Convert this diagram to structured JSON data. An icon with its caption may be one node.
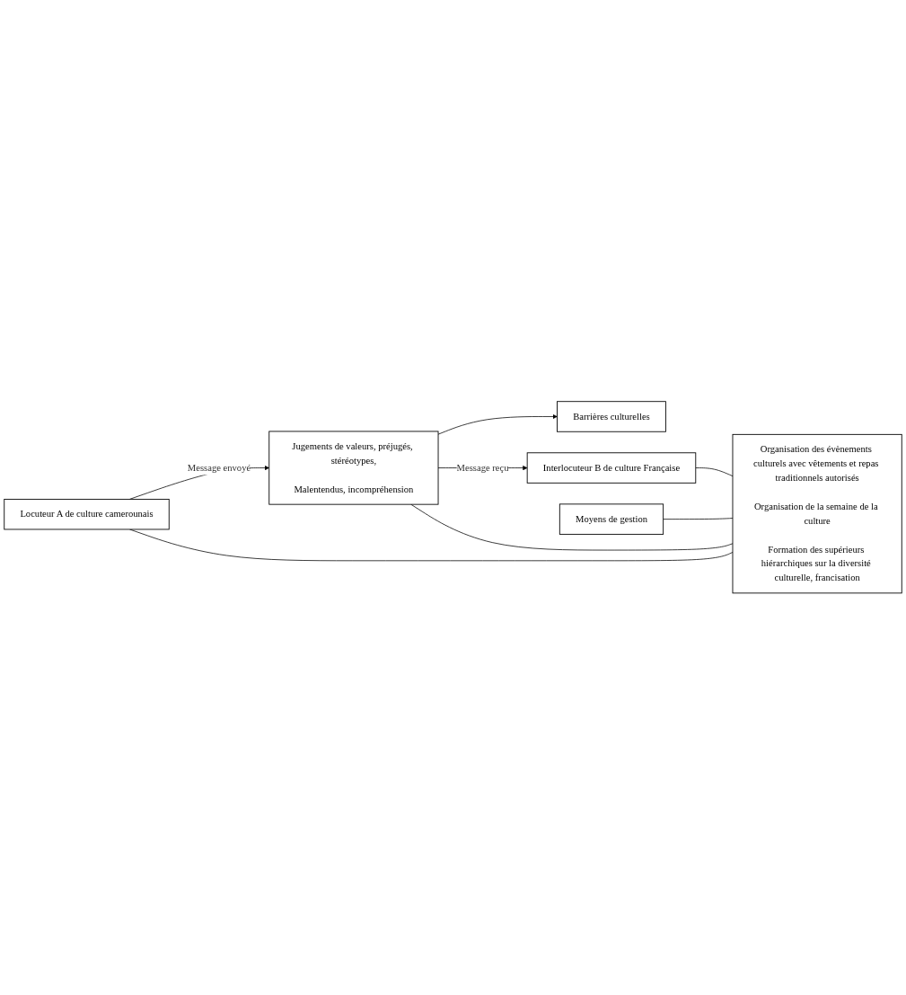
{
  "diagram": {
    "nodes": [
      {
        "text": [
          "Locuteur A de culture camerounais"
        ]
      },
      {
        "text": [
          "Jugements de valeurs, préjugés, stéréotypes,",
          "Malentendus, incompréhension"
        ]
      },
      {
        "text": [
          "Barrières culturelles"
        ]
      },
      {
        "text": [
          "Interlocuteur B de culture Française"
        ]
      },
      {
        "text": [
          "Moyens de gestion"
        ]
      },
      {
        "text": [
          "Organisation des évènements culturels avec vêtements et repas traditionnels autorisés",
          "Organisation de la semaine de la culture",
          "Formation des supérieurs hiérarchiques sur la diversité culturelle, francisation"
        ]
      }
    ],
    "edges": [
      {
        "from": 0,
        "to": 1,
        "arrow": "to",
        "label": "Message envoyé"
      },
      {
        "from": 1,
        "to": 2,
        "arrow": "to"
      },
      {
        "from": 1,
        "to": 3,
        "arrow": "to",
        "label": "Message reçu"
      },
      {
        "from": 0,
        "to": 5,
        "arrow": "none"
      },
      {
        "from": 1,
        "to": 5,
        "arrow": "none"
      },
      {
        "from": 3,
        "to": 5,
        "arrow": "none"
      },
      {
        "from": 4,
        "to": 5,
        "arrow": "none"
      }
    ]
  }
}
